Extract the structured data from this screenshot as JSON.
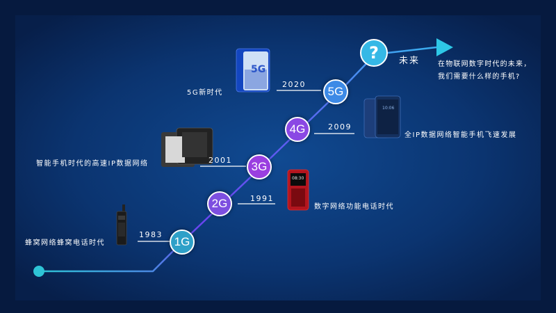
{
  "generations": [
    {
      "name": "1G",
      "year": "1983",
      "desc": "蜂窝网络蜂窝电话时代",
      "color": "#2ea0c8"
    },
    {
      "name": "2G",
      "year": "1991",
      "desc": "数字网络功能电话时代",
      "color": "#7d4fe0"
    },
    {
      "name": "3G",
      "year": "2001",
      "desc": "智能手机时代的高速IP数据网络",
      "color": "#9a3fe0"
    },
    {
      "name": "4G",
      "year": "2009",
      "desc": "全IP数据网络智能手机飞速发展",
      "color": "#8a48e4"
    },
    {
      "name": "5G",
      "year": "2020",
      "desc": "5G新时代",
      "color": "#3d8ae6"
    }
  ],
  "future": {
    "symbol": "?",
    "label": "未来",
    "text_line1": "在物联网数字时代的未来，",
    "text_line2": "我们需要什么样的手机?",
    "color": "#35b8e6"
  },
  "phone_5g_screen_text": "5G",
  "phone_4g_screen_text": "10:06",
  "phone_2g_screen_text": "08:30",
  "colors": {
    "background": "#061a3f",
    "panel": "#0c3a78",
    "path_start": "#2ec4d6",
    "path_end": "#7a3cf0",
    "arrow": "#2ec8e6"
  }
}
